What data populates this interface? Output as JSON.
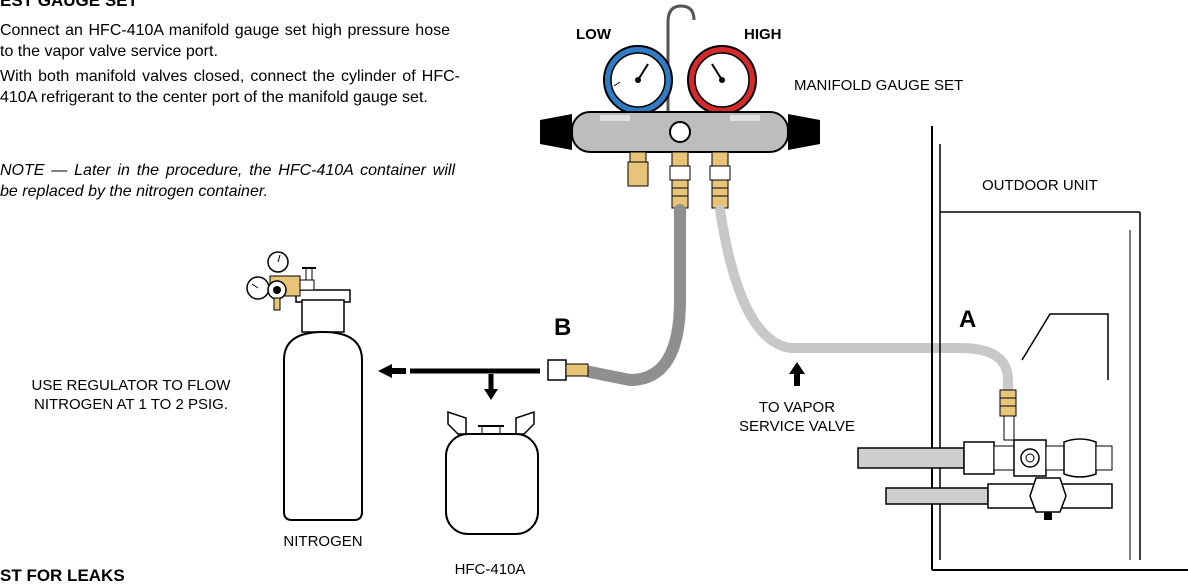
{
  "instructions": {
    "heading_partial": "EST GAUGE SET",
    "step1": "Connect an HFC-410A manifold gauge set high pressure hose to the vapor valve service port.",
    "step2": "With both manifold valves closed, connect the cylinder of HFC-410A refrigerant to the center port of the manifold gauge set.",
    "note": "NOTE — Later in the procedure, the HFC-410A container will be replaced by the nitrogen container."
  },
  "footer": {
    "heading_partial": "ST FOR LEAKS"
  },
  "labels": {
    "low": "LOW",
    "high": "HIGH",
    "manifold": "MANIFOLD GAUGE SET",
    "outdoor_unit": "OUTDOOR UNIT",
    "callout_a": "A",
    "callout_b": "B",
    "regulator_line1": "USE REGULATOR TO FLOW",
    "regulator_line2": "NITROGEN AT 1 TO 2 PSIG.",
    "nitrogen": "NITROGEN",
    "hfc": "HFC-410A",
    "vapor_line1": "TO VAPOR",
    "vapor_line2": "SERVICE VALVE"
  },
  "colors": {
    "low_gauge": "#2f7bc4",
    "high_gauge": "#d42a2a",
    "manifold_body": "#bdbdbd",
    "hose_gray": "#8f8f8f",
    "hose_light": "#c8c8c8",
    "fitting_gold": "#e8c478"
  }
}
